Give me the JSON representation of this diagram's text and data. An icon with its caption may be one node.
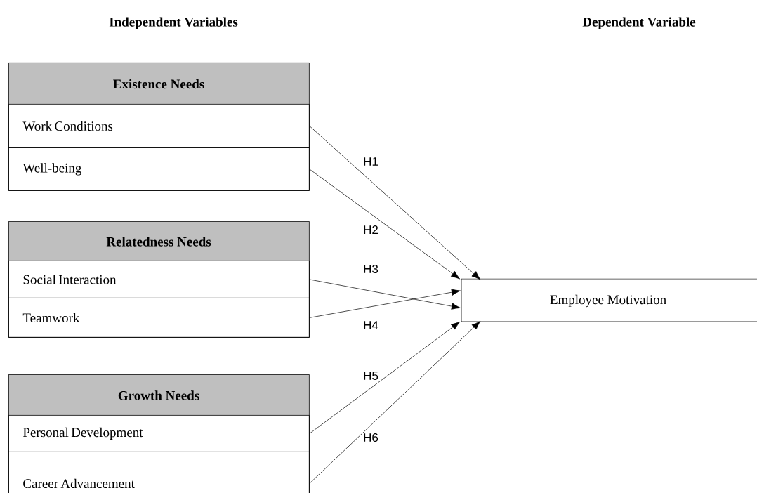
{
  "diagram": {
    "nodes": [
      {
        "text": [
          "Existence Needs"
        ]
      },
      {
        "text": [
          "Work Conditions"
        ],
        "in": 0
      },
      {
        "text": [
          "Well-being"
        ],
        "in": 0
      },
      {
        "text": [
          "Relatedness Needs"
        ]
      },
      {
        "text": [
          "Social Interaction"
        ],
        "in": 3
      },
      {
        "text": [
          "Teamwork"
        ],
        "in": 3
      },
      {
        "text": [
          "Growth Needs"
        ]
      },
      {
        "text": [
          "Personal Development"
        ],
        "in": 6
      },
      {
        "text": [
          "Career Advancement"
        ],
        "in": 6
      },
      {
        "text": [
          "Employee Motivation"
        ]
      }
    ],
    "edges": [
      {
        "from": 1,
        "to": 9,
        "arrow": "to",
        "label": "H1"
      },
      {
        "from": 2,
        "to": 9,
        "arrow": "to",
        "label": "H2"
      },
      {
        "from": 4,
        "to": 9,
        "arrow": "to",
        "label": "H3"
      },
      {
        "from": 5,
        "to": 9,
        "arrow": "to",
        "label": "H4"
      },
      {
        "from": 7,
        "to": 9,
        "arrow": "to",
        "label": "H5"
      },
      {
        "from": 8,
        "to": 9,
        "arrow": "to",
        "label": "H6"
      }
    ],
    "labels": [
      "Independent Variables",
      "Dependent Variable"
    ]
  }
}
